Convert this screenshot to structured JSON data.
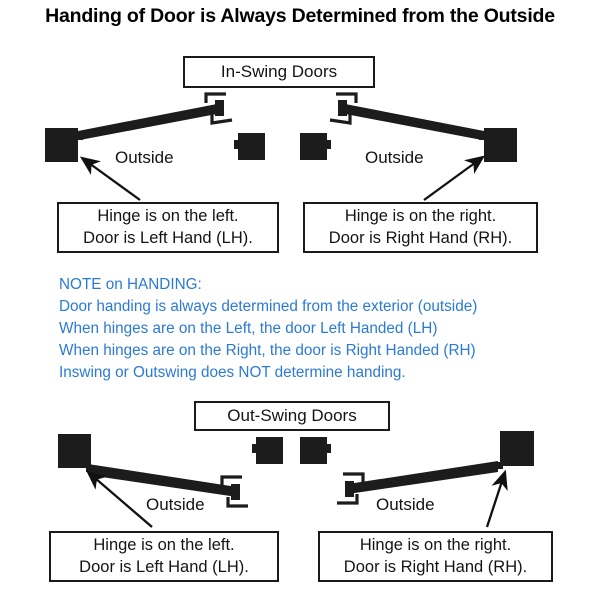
{
  "page": {
    "title": "Handing of Door is Always Determined from the Outside",
    "background": "#ffffff",
    "text_color": "#141414",
    "note_color": "#2b7ad4",
    "door_color": "#1c1c1c"
  },
  "sections": {
    "inswing": {
      "label": "In-Swing Doors"
    },
    "outswing": {
      "label": "Out-Swing Doors"
    }
  },
  "inswing": {
    "left": {
      "outside_label": "Outside",
      "caption_line1": "Hinge is on the left.",
      "caption_line2": "Door is Left Hand (LH)."
    },
    "right": {
      "outside_label": "Outside",
      "caption_line1": "Hinge is on the right.",
      "caption_line2": "Door is Right Hand (RH)."
    }
  },
  "outswing": {
    "left": {
      "outside_label": "Outside",
      "caption_line1": "Hinge is on the left.",
      "caption_line2": "Door is Left Hand (LH)."
    },
    "right": {
      "outside_label": "Outside",
      "caption_line1": "Hinge is on the right.",
      "caption_line2": "Door is Right Hand (RH)."
    }
  },
  "note": {
    "heading": "NOTE on HANDING:",
    "line1": "Door handing is always determined from the exterior (outside)",
    "line2": "When hinges are on the Left, the door Left Handed (LH)",
    "line3": "When hinges are on the Right, the door is Right Handed (RH)",
    "line4": "Inswing or Outswing does NOT determine handing."
  }
}
